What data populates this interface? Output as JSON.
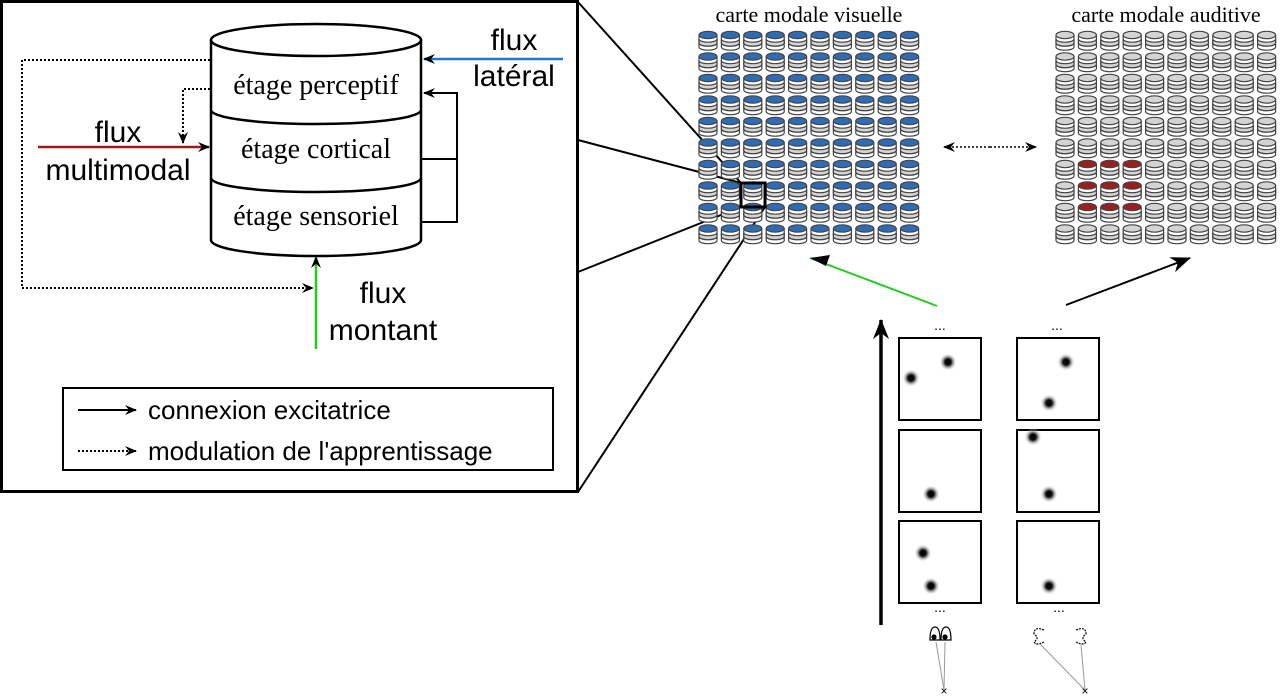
{
  "inset": {
    "stages": [
      "étage perceptif",
      "étage cortical",
      "étage sensoriel"
    ],
    "flux_lateral": [
      "flux",
      "latéral"
    ],
    "flux_multimodal": [
      "flux",
      "multimodal"
    ],
    "flux_montant": [
      "flux",
      "montant"
    ],
    "legend": {
      "excitatory": "connexion excitatrice",
      "modulation": "modulation de l'apprentissage"
    }
  },
  "maps": {
    "visual": {
      "title": "carte modale visuelle",
      "rows": 10,
      "cols": 10,
      "active_color": "#2e6db5",
      "active_cells": "all"
    },
    "auditory": {
      "title": "carte modale auditive",
      "rows": 10,
      "cols": 10,
      "active_color": "#9c1f1f",
      "active_cells": [
        [
          6,
          1
        ],
        [
          6,
          2
        ],
        [
          6,
          3
        ],
        [
          7,
          1
        ],
        [
          7,
          2
        ],
        [
          7,
          3
        ],
        [
          8,
          1
        ],
        [
          8,
          2
        ],
        [
          8,
          3
        ]
      ]
    }
  },
  "inputs": {
    "ellipsis": "...",
    "columns": [
      "visual",
      "auditory"
    ],
    "frames_per_column": 3
  },
  "colors": {
    "lateral": "#1e78d2",
    "multimodal": "#a01818",
    "ascending": "#22cc22"
  }
}
